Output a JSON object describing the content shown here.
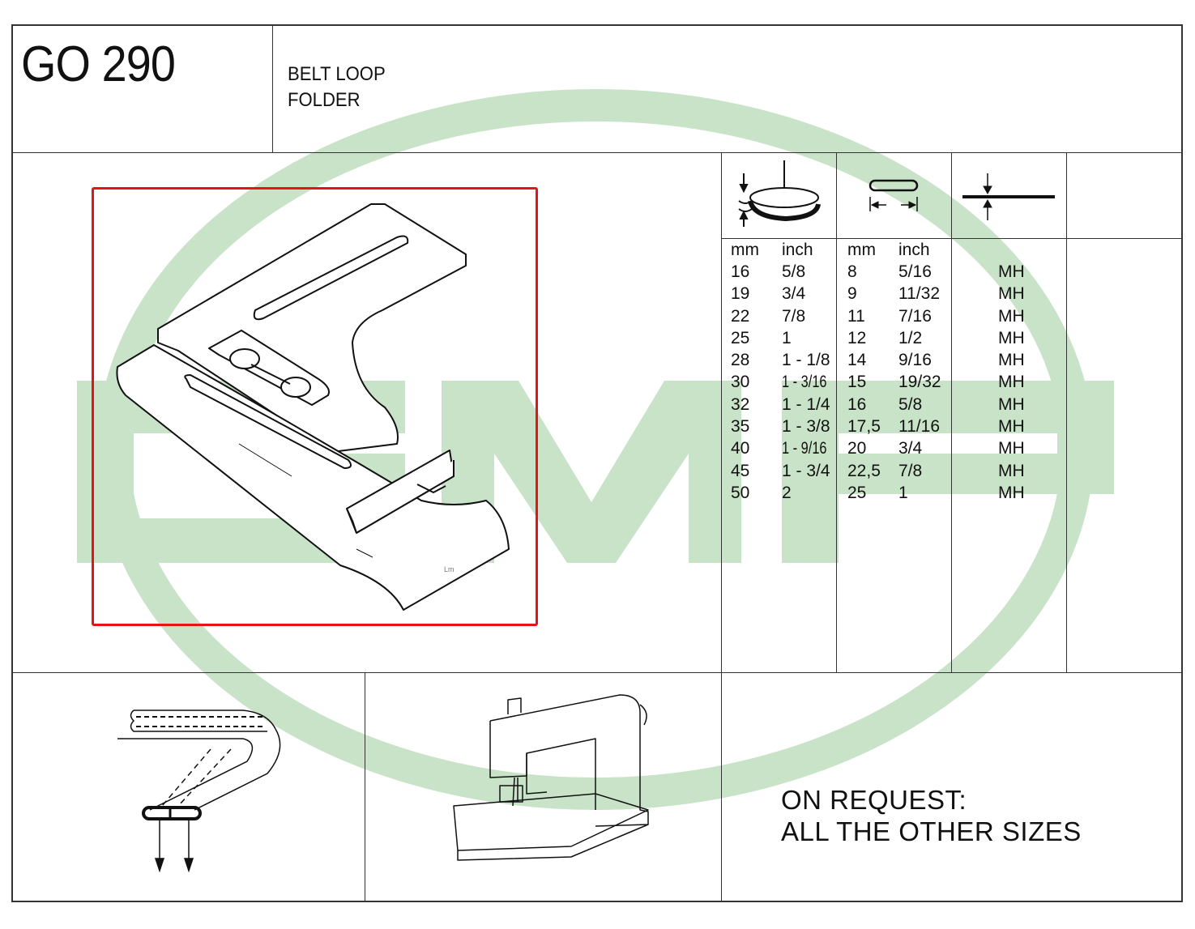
{
  "header": {
    "code": "GO 290",
    "description_lines": [
      "BELT LOOP",
      "FOLDER"
    ]
  },
  "watermark": {
    "text": "GMP",
    "color": "#c9e3c8"
  },
  "icons": {
    "col1": "fabric-thickness-icon",
    "col2": "finished-width-icon",
    "col3": "material-thickness-icon"
  },
  "table": {
    "headers": {
      "mm_1": "mm",
      "inch_1": "inch",
      "mm_2": "mm",
      "inch_2": "inch"
    },
    "rows": [
      {
        "mm1": "16",
        "inch1": "5/8",
        "mm2": "8",
        "inch2": "5/16",
        "type": "MH"
      },
      {
        "mm1": "19",
        "inch1": "3/4",
        "mm2": "9",
        "inch2": "11/32",
        "type": "MH"
      },
      {
        "mm1": "22",
        "inch1": "7/8",
        "mm2": "11",
        "inch2": "7/16",
        "type": "MH"
      },
      {
        "mm1": "25",
        "inch1": "1",
        "mm2": "12",
        "inch2": "1/2",
        "type": "MH"
      },
      {
        "mm1": "28",
        "inch1": "1 - 1/8",
        "mm2": "14",
        "inch2": "9/16",
        "type": "MH"
      },
      {
        "mm1": "30",
        "inch1": "1 - 3/16",
        "mm2": "15",
        "inch2": "19/32",
        "type": "MH"
      },
      {
        "mm1": "32",
        "inch1": "1 - 1/4",
        "mm2": "16",
        "inch2": "5/8",
        "type": "MH"
      },
      {
        "mm1": "35",
        "inch1": "1 - 3/8",
        "mm2": "17,5",
        "inch2": "11/16",
        "type": "MH"
      },
      {
        "mm1": "40",
        "inch1": "1 - 9/16",
        "mm2": "20",
        "inch2": "3/4",
        "type": "MH"
      },
      {
        "mm1": "45",
        "inch1": "1 - 3/4",
        "mm2": "22,5",
        "inch2": "7/8",
        "type": "MH"
      },
      {
        "mm1": "50",
        "inch1": "2",
        "mm2": "25",
        "inch2": "1",
        "type": "MH"
      }
    ]
  },
  "footer": {
    "note_lines": [
      "ON REQUEST:",
      "ALL THE OTHER SIZES"
    ]
  },
  "colors": {
    "selection": "#e3141b",
    "lines": "#333333"
  }
}
